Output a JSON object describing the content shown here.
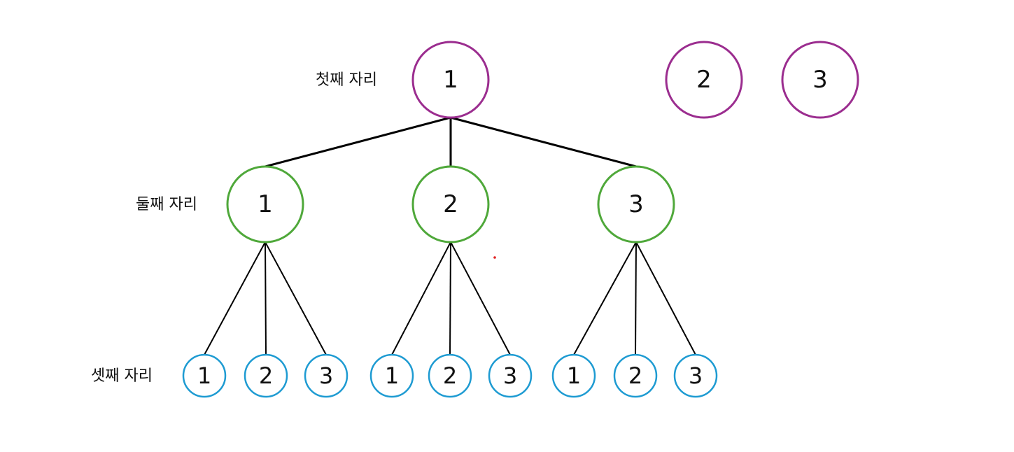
{
  "levels": [
    {
      "label": "첫째 자리",
      "color": "#9b2d8f"
    },
    {
      "label": "둘째 자리",
      "color": "#4fa83a"
    },
    {
      "label": "셋째 자리",
      "color": "#1e9bd2"
    }
  ],
  "root_nodes": [
    "1",
    "2",
    "3"
  ],
  "second_nodes": [
    "1",
    "2",
    "3"
  ],
  "third_groups": [
    [
      "1",
      "2",
      "3"
    ],
    [
      "1",
      "2",
      "3"
    ],
    [
      "1",
      "2",
      "3"
    ]
  ],
  "marker_color": "#e02020"
}
